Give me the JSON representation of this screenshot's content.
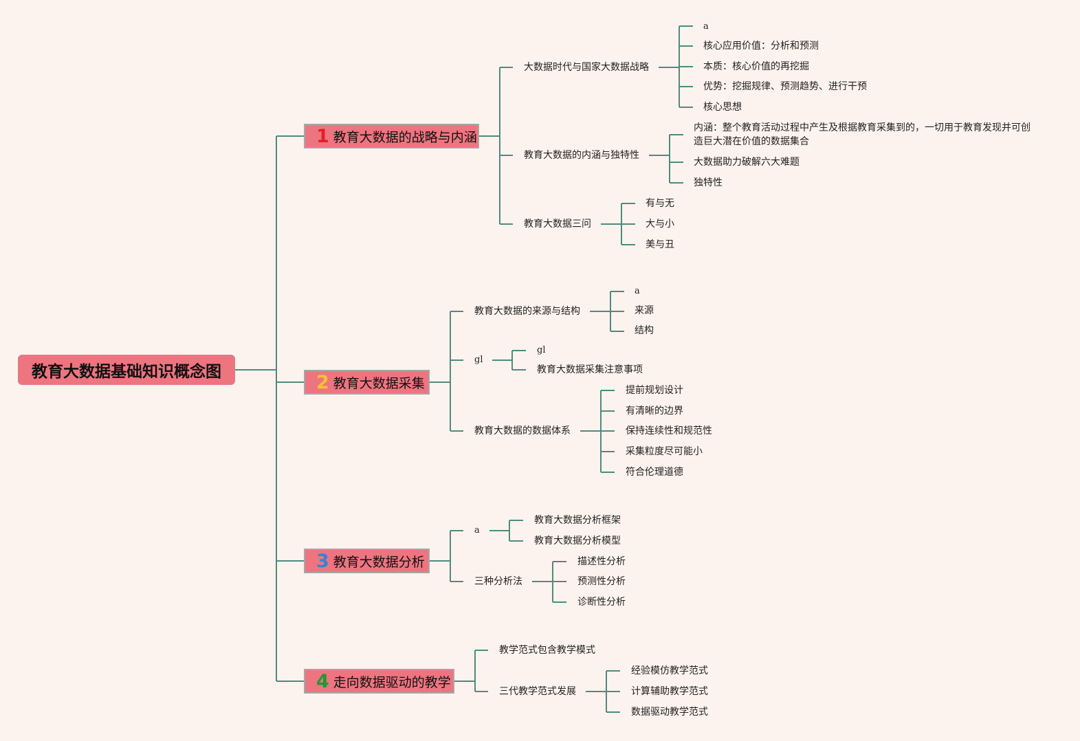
{
  "root": {
    "label": "教育大数据基础知识概念图"
  },
  "branches": [
    {
      "number": "1",
      "label": "教育大数据的战略与内涵",
      "children": [
        {
          "label": "大数据时代与国家大数据战略",
          "children": [
            "a",
            "核心应用价值：分析和预测",
            "本质：核心价值的再挖掘",
            "优势：挖掘规律、预测趋势、进行干预",
            "核心思想"
          ]
        },
        {
          "label": "教育大数据的内涵与独特性",
          "children": [
            "内涵：整个教育活动过程中产生及根据教育采集到的，一切用于教育发现并可创造巨大潜在价值的数据集合",
            "大数据助力破解六大难题",
            "独特性"
          ]
        },
        {
          "label": "教育大数据三问",
          "children": [
            "有与无",
            "大与小",
            "美与丑"
          ]
        }
      ]
    },
    {
      "number": "2",
      "label": "教育大数据采集",
      "children": [
        {
          "label": "教育大数据的来源与结构",
          "children": [
            "a",
            "来源",
            "结构"
          ]
        },
        {
          "label": "gl",
          "children": [
            "gl",
            "教育大数据采集注意事项"
          ]
        },
        {
          "label": "教育大数据的数据体系",
          "children": [
            "提前规划设计",
            "有清晰的边界",
            "保持连续性和规范性",
            "采集粒度尽可能小",
            "符合伦理道德"
          ]
        }
      ]
    },
    {
      "number": "3",
      "label": "教育大数据分析",
      "children": [
        {
          "label": "a",
          "children": [
            "教育大数据分析框架",
            "教育大数据分析模型"
          ]
        },
        {
          "label": "三种分析法",
          "children": [
            "描述性分析",
            "预测性分析",
            "诊断性分析"
          ]
        }
      ]
    },
    {
      "number": "4",
      "label": "走向数据驱动的教学",
      "children": [
        {
          "label": "教学范式包含教学模式",
          "children": []
        },
        {
          "label": "三代教学范式发展",
          "children": [
            "经验模仿教学范式",
            "计算辅助教学范式",
            "数据驱动教学范式"
          ]
        }
      ]
    }
  ],
  "colors": {
    "background": "#fdf3ee",
    "node_fill": "#ee7480",
    "connector": "#4f8a7e",
    "number_1": "#e0202a",
    "number_2": "#f2c230",
    "number_3": "#2f86d8",
    "number_4": "#1f9a32"
  }
}
